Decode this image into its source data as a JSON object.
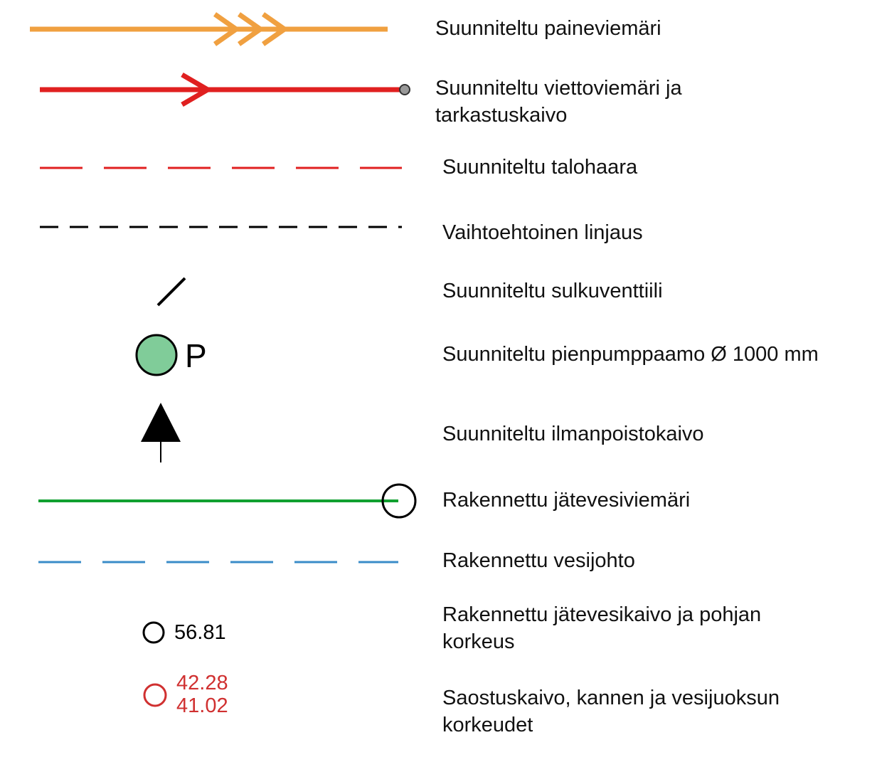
{
  "legend": {
    "items": [
      {
        "id": "paineviemari",
        "lines": [
          "Suunniteltu paineviemäri"
        ],
        "symbol": "orange-pressure-sewer-line",
        "color": "#f0a040"
      },
      {
        "id": "viettoviemari",
        "lines": [
          "Suunniteltu viettoviemäri ja",
          "tarkastuskaivo"
        ],
        "symbol": "red-gravity-sewer-line-with-manhole",
        "color": "#e02020"
      },
      {
        "id": "talohaara",
        "lines": [
          "Suunniteltu talohaara"
        ],
        "symbol": "red-dashed-line",
        "color": "#e02020"
      },
      {
        "id": "vaihtoehtoinen",
        "lines": [
          "Vaihtoehtoinen linjaus"
        ],
        "symbol": "black-dashed-line",
        "color": "#000000"
      },
      {
        "id": "sulkuventtiili",
        "lines": [
          "Suunniteltu sulkuventtiili"
        ],
        "symbol": "valve-slash",
        "color": "#000000"
      },
      {
        "id": "pienpumppaamo",
        "lines": [
          "Suunniteltu pienpumppaamo Ø 1000 mm"
        ],
        "symbol": "green-pump-circle",
        "color": "#80cc99",
        "symbol_text": "P"
      },
      {
        "id": "ilmanpoistokaivo",
        "lines": [
          "Suunniteltu ilmanpoistokaivo"
        ],
        "symbol": "black-up-arrow",
        "color": "#000000"
      },
      {
        "id": "jatevesiviemari",
        "lines": [
          "Rakennettu jätevesiviemäri"
        ],
        "symbol": "green-line-with-circle",
        "color": "#10a030"
      },
      {
        "id": "vesijohto",
        "lines": [
          "Rakennettu vesijohto"
        ],
        "symbol": "blue-dashed-line",
        "color": "#3a8cc8"
      },
      {
        "id": "jatevesikaivo",
        "lines": [
          "Rakennettu jätevesikaivo ja pohjan",
          "korkeus"
        ],
        "symbol": "black-small-circle",
        "color": "#000000",
        "symbol_values": [
          "56.81"
        ]
      },
      {
        "id": "saostuskaivo",
        "lines": [
          "Saostuskaivo, kannen ja vesijuoksun",
          "korkeudet"
        ],
        "symbol": "red-small-circle",
        "color": "#d03030",
        "symbol_values": [
          "42.28",
          "41.02"
        ]
      }
    ]
  }
}
